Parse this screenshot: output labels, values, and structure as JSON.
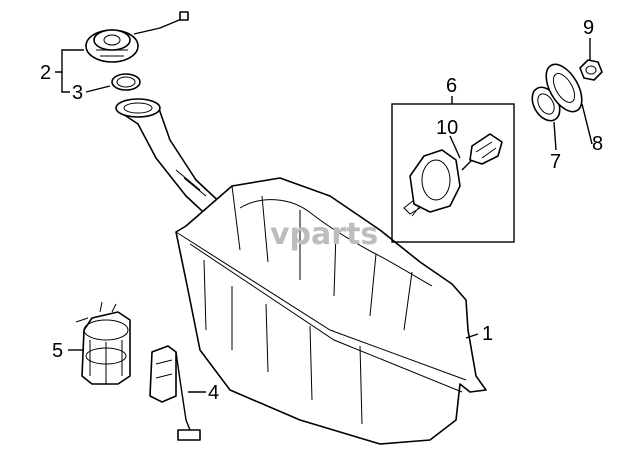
{
  "diagram": {
    "callouts": {
      "c1": "1",
      "c2": "2",
      "c3": "3",
      "c4": "4",
      "c5": "5",
      "c6": "6",
      "c7": "7",
      "c8": "8",
      "c9": "9",
      "c10": "10"
    },
    "watermark": "vparts",
    "colors": {
      "line": "#000000",
      "background": "#ffffff",
      "watermark": "#bdbdbd"
    }
  }
}
